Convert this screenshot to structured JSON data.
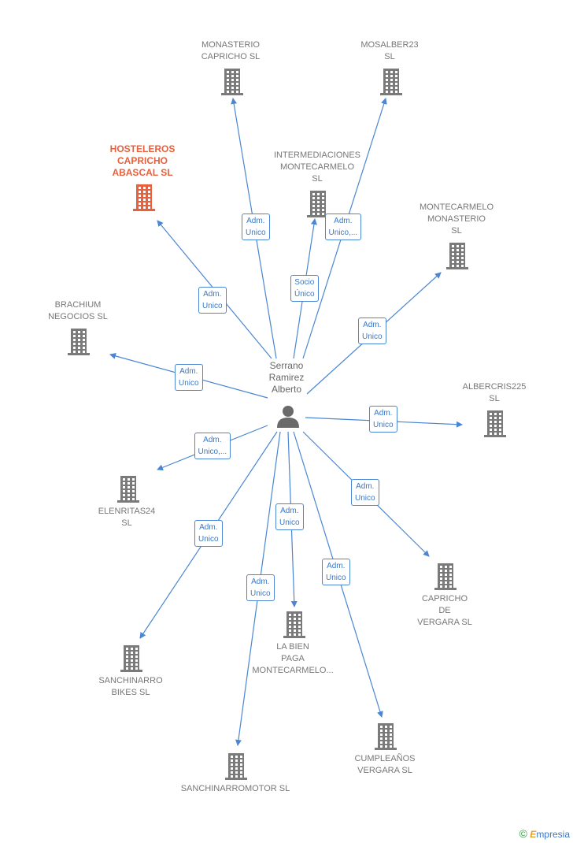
{
  "center": {
    "label": "Serrano\nRamirez\nAlberto",
    "icon": "person-icon"
  },
  "nodes": [
    {
      "id": "monasterio",
      "label": "MONASTERIO\nCAPRICHO  SL",
      "icon": "building-icon"
    },
    {
      "id": "mosalber",
      "label": "MOSALBER23\nSL",
      "icon": "building-icon"
    },
    {
      "id": "hosteleros",
      "label": "HOSTELEROS\nCAPRICHO\nABASCAL  SL",
      "icon": "building-icon",
      "highlight": true
    },
    {
      "id": "intermediaciones",
      "label": "INTERMEDIACIONES\nMONTECARMELO\nSL",
      "icon": "building-icon"
    },
    {
      "id": "montecarmelo",
      "label": "MONTECARMELO\nMONASTERIO\nSL",
      "icon": "building-icon"
    },
    {
      "id": "brachium",
      "label": "BRACHIUM\nNEGOCIOS  SL",
      "icon": "building-icon"
    },
    {
      "id": "albercris",
      "label": "ALBERCRIS225\nSL",
      "icon": "building-icon"
    },
    {
      "id": "elenritas",
      "label": "ELENRITAS24\nSL",
      "icon": "building-icon"
    },
    {
      "id": "capricho",
      "label": "CAPRICHO\nDE\nVERGARA  SL",
      "icon": "building-icon"
    },
    {
      "id": "labien",
      "label": "LA BIEN\nPAGA\nMONTECARMELO...",
      "icon": "building-icon"
    },
    {
      "id": "sanchinarrobikes",
      "label": "SANCHINARRO\nBIKES  SL",
      "icon": "building-icon"
    },
    {
      "id": "cumpleanos",
      "label": "CUMPLEAÑOS\nVERGARA  SL",
      "icon": "building-icon"
    },
    {
      "id": "sanchinarromotor",
      "label": "SANCHINARROMOTOR SL",
      "icon": "building-icon"
    }
  ],
  "edges": [
    {
      "to": "monasterio",
      "label": "Adm.\nUnico"
    },
    {
      "to": "mosalber",
      "label": "Adm.\nUnico,..."
    },
    {
      "to": "hosteleros",
      "label": "Adm.\nUnico"
    },
    {
      "to": "intermediaciones",
      "label": "Socio\nÚnico"
    },
    {
      "to": "montecarmelo",
      "label": "Adm.\nUnico"
    },
    {
      "to": "brachium",
      "label": "Adm.\nUnico"
    },
    {
      "to": "albercris",
      "label": "Adm.\nUnico"
    },
    {
      "to": "elenritas",
      "label": "Adm.\nUnico,..."
    },
    {
      "to": "capricho",
      "label": "Adm.\nUnico"
    },
    {
      "to": "labien",
      "label": "Adm.\nUnico"
    },
    {
      "to": "sanchinarrobikes",
      "label": "Adm.\nUnico"
    },
    {
      "to": "cumpleanos",
      "label": "Adm.\nUnico"
    },
    {
      "to": "sanchinarromotor",
      "label": "Adm.\nUnico"
    }
  ],
  "colors": {
    "edge": "#4a86d4",
    "building": "#7a7a7a",
    "highlight": "#e8603c",
    "person": "#6a6a6a"
  },
  "brand": {
    "symbol": "©",
    "initial": "E",
    "rest": "mpresia"
  }
}
